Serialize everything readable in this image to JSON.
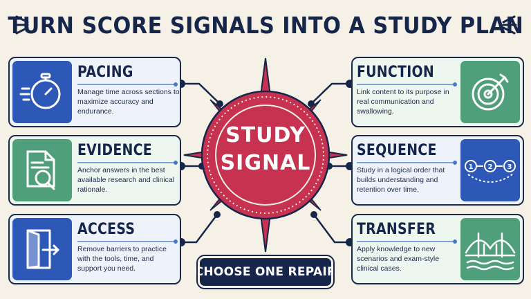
{
  "title": "TURN SCORE SIGNALS INTO A STUDY PLAN",
  "center": {
    "line1": "STUDY",
    "line2": "SIGNAL"
  },
  "action_button": "CHOOSE ONE REPAIR",
  "colors": {
    "navy": "#16264a",
    "blue": "#2d58b8",
    "green": "#4e9f7a",
    "crimson": "#c6324f",
    "cream": "#f6f1e7"
  },
  "cards": {
    "pacing": {
      "title": "PACING",
      "text": "Manage time across sections to maximize accuracy and endurance.",
      "icon": "stopwatch-icon"
    },
    "evidence": {
      "title": "EVIDENCE",
      "text": "Anchor answers in the best available research and clinical rationale.",
      "icon": "document-magnifier-icon"
    },
    "access": {
      "title": "ACCESS",
      "text": "Remove barriers to practice with the tools, time, and support you need.",
      "icon": "door-exit-icon"
    },
    "function": {
      "title": "FUNCTION",
      "text": "Link content to its purpose in real communication and swallowing.",
      "icon": "target-icon"
    },
    "sequence": {
      "title": "SEQUENCE",
      "text": "Study in a logical order that builds understanding and retention over time.",
      "icon": "numbered-steps-icon",
      "steps": [
        "1",
        "2",
        "3"
      ]
    },
    "transfer": {
      "title": "TRANSFER",
      "text": "Apply knowledge to new scenarios and exam-style clinical cases.",
      "icon": "bridge-icon"
    }
  }
}
